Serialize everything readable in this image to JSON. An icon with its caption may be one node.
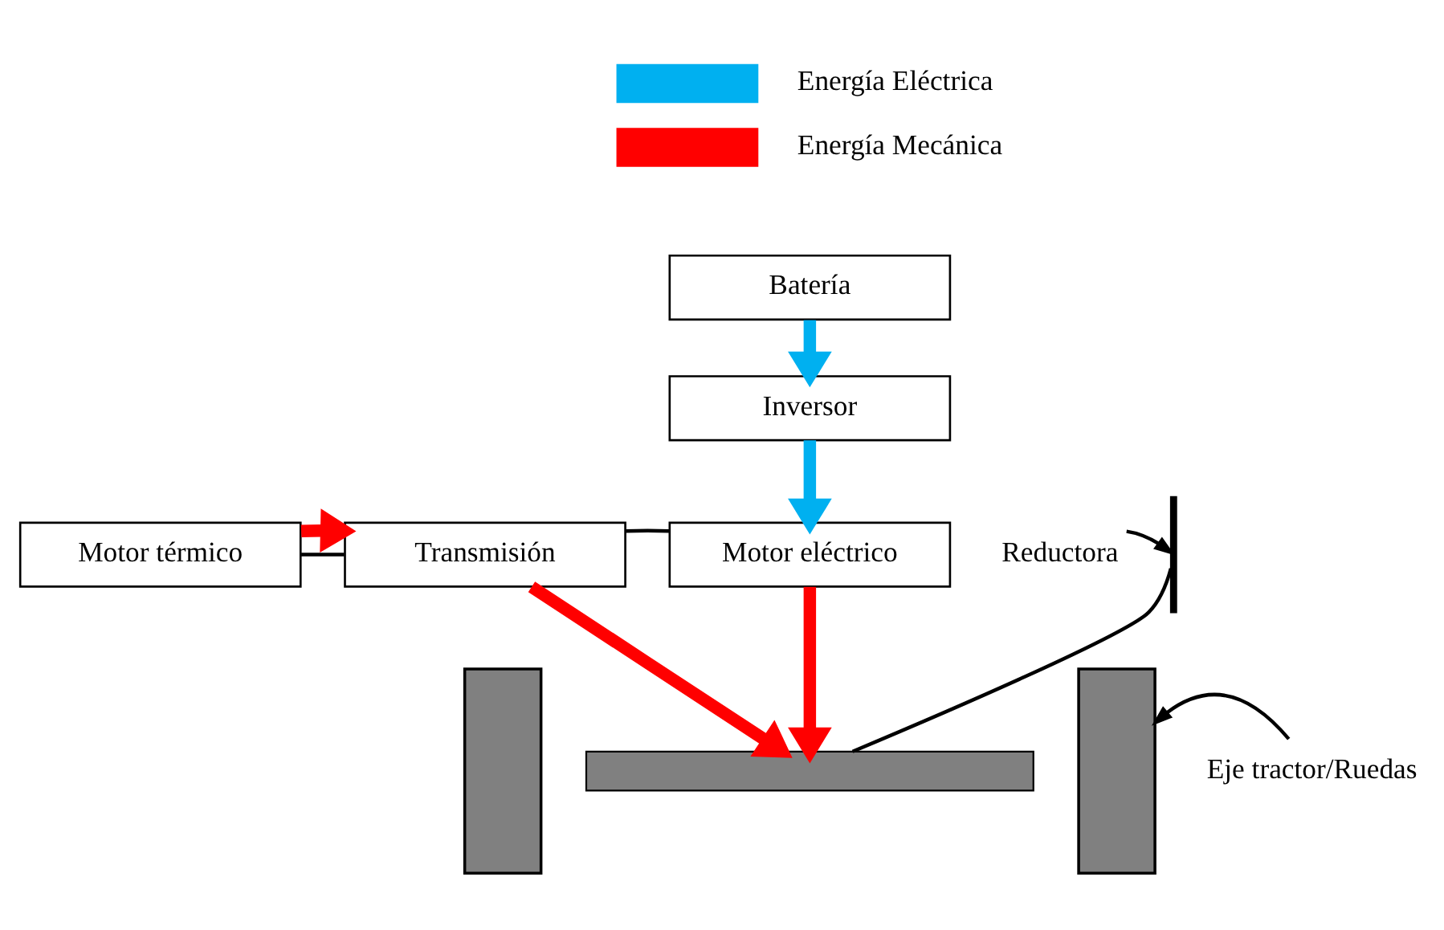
{
  "diagram": {
    "nodes": [
      {
        "text": [
          "Batería"
        ]
      },
      {
        "text": [
          "Inversor"
        ]
      },
      {
        "text": [
          "Motor térmico"
        ]
      },
      {
        "text": [
          "Transmisión"
        ]
      },
      {
        "text": [
          "Motor eléctrico"
        ]
      },
      {
        "text": [
          "Reductora"
        ]
      },
      {
        "text": [],
        "shape": "bar"
      },
      {
        "text": [],
        "shape": "box"
      },
      {
        "text": [],
        "shape": "bar"
      },
      {
        "text": [],
        "shape": "box"
      },
      {
        "text": [
          "Eje tractor/Ruedas"
        ]
      }
    ],
    "edges": [
      {
        "from": 0,
        "to": 1,
        "arrow": "to",
        "style": "thick",
        "color": "#00b0f0"
      },
      {
        "from": 1,
        "to": 4,
        "arrow": "to",
        "style": "thick",
        "color": "#00b0f0"
      },
      {
        "from": 2,
        "to": 3,
        "arrow": "none"
      },
      {
        "from": 3,
        "to": 4,
        "arrow": "none"
      },
      {
        "from": 2,
        "to": 3,
        "arrow": "to",
        "style": "thick",
        "color": "#ff0000"
      },
      {
        "from": 3,
        "to": 8,
        "arrow": "to",
        "style": "thick",
        "color": "#ff0000"
      },
      {
        "from": 4,
        "to": 8,
        "arrow": "to",
        "style": "thick",
        "color": "#ff0000"
      },
      {
        "from": 5,
        "to": 6,
        "arrow": "to"
      },
      {
        "from": 6,
        "to": 8,
        "arrow": "none"
      },
      {
        "from": 10,
        "to": 9,
        "arrow": "to"
      }
    ],
    "legend": [
      {
        "text": "Energía Eléctrica",
        "color": "#00b0f0"
      },
      {
        "text": "Energía Mecánica",
        "color": "#ff0000"
      }
    ]
  }
}
